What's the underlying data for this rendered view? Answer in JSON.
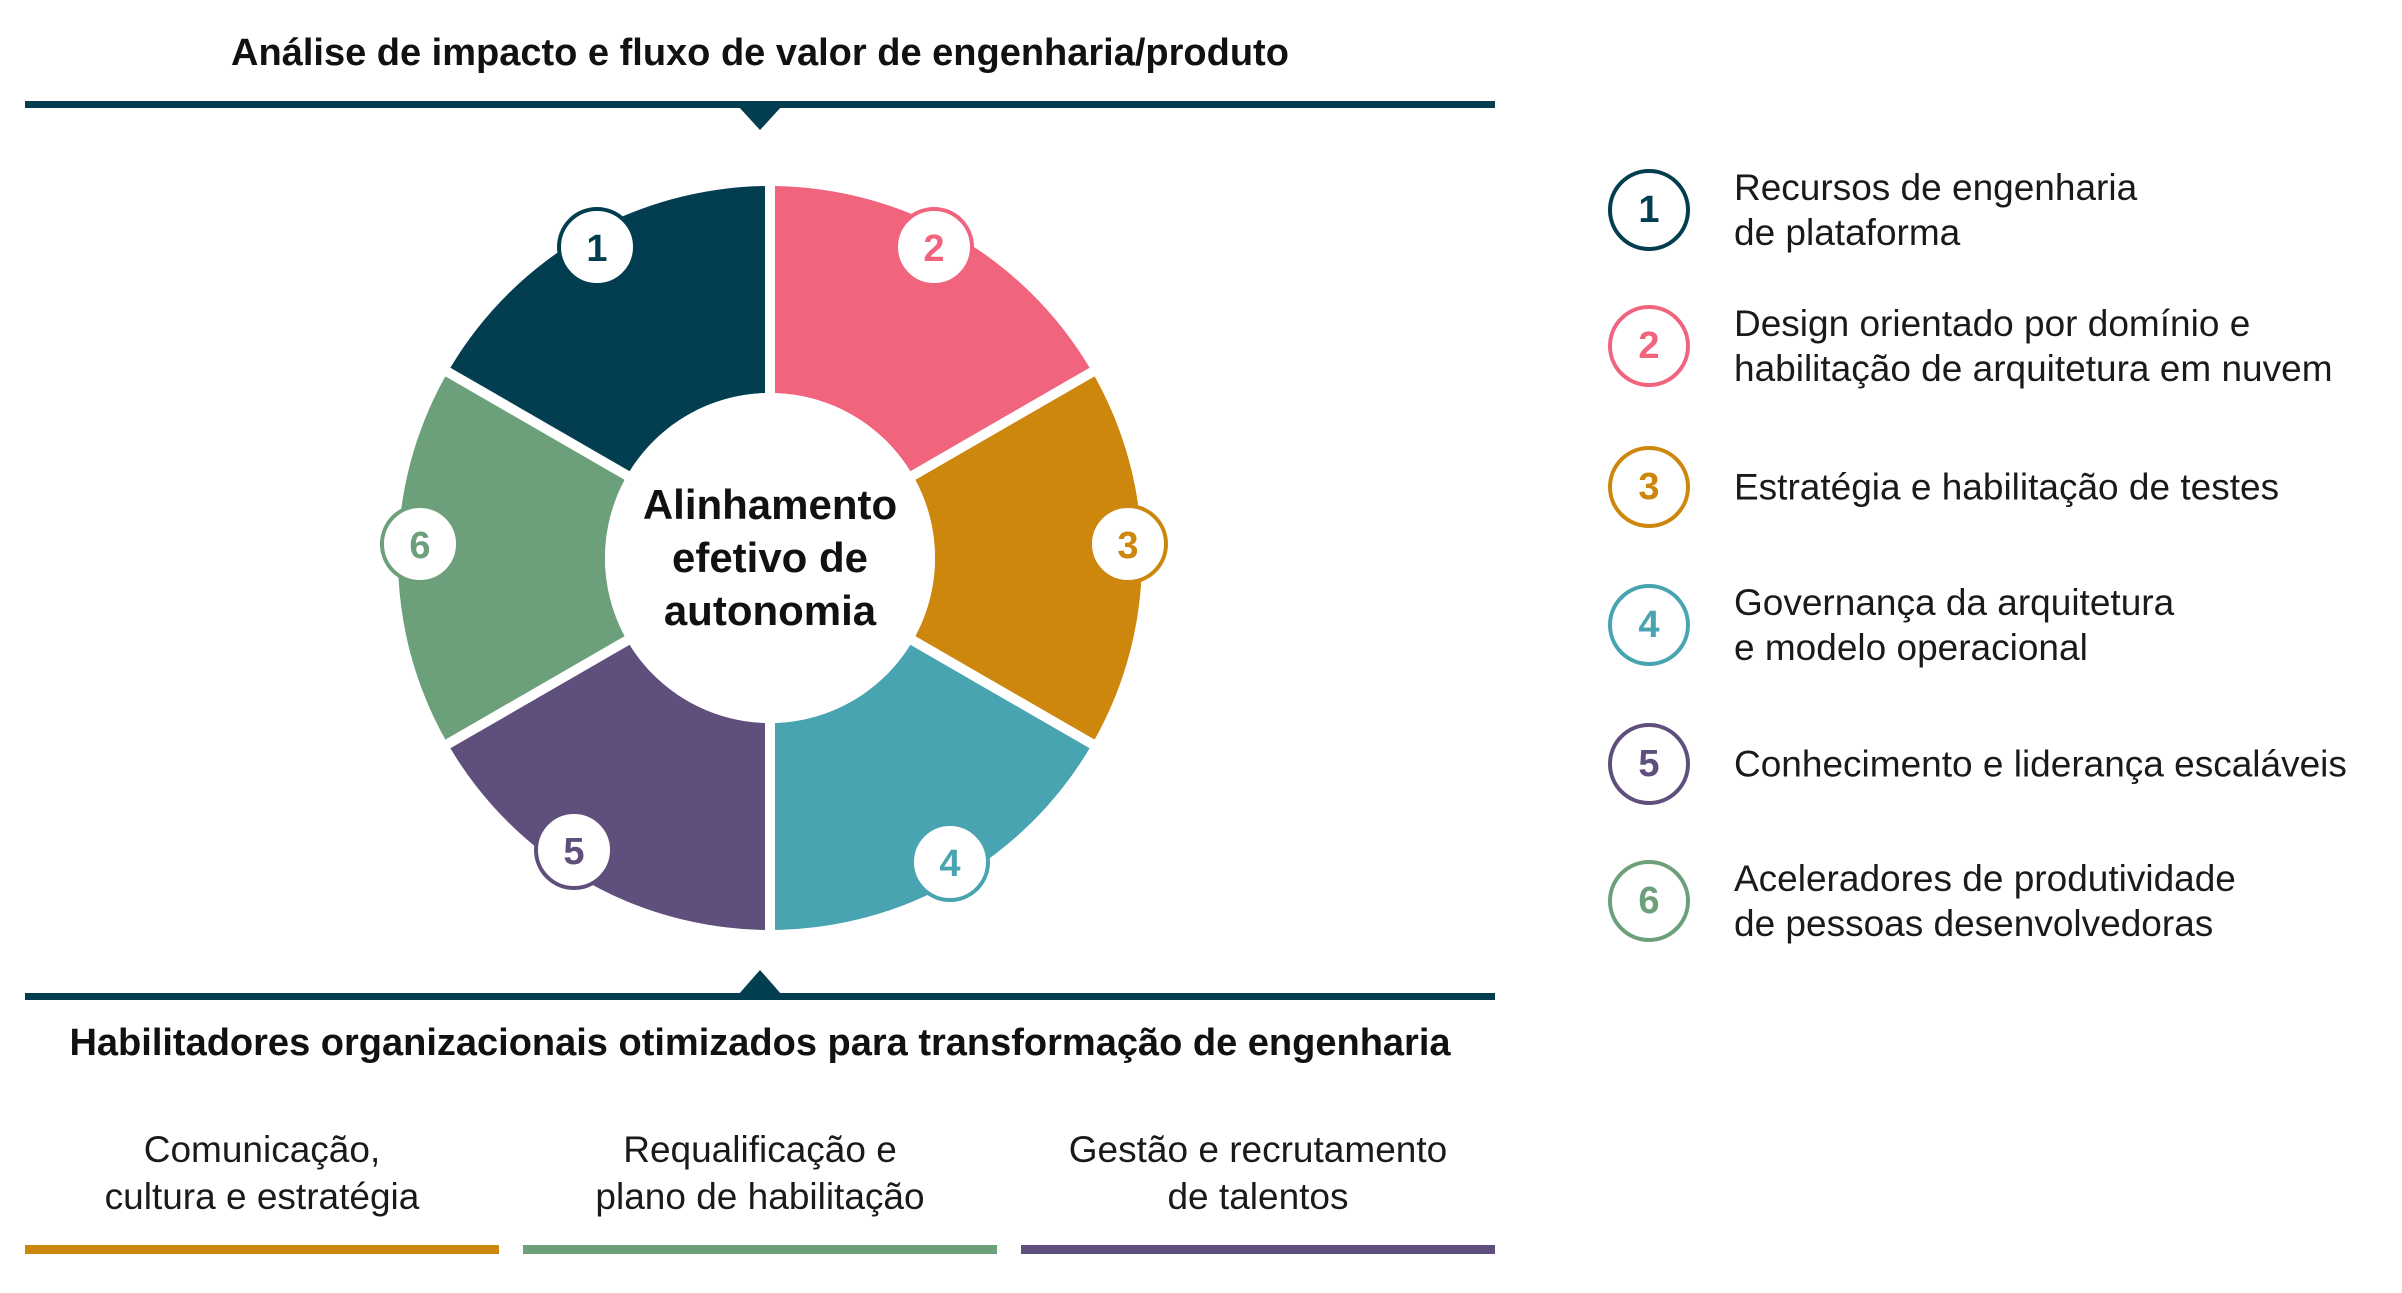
{
  "header": {
    "title": "Análise de impacto e fluxo de valor de engenharia/produto"
  },
  "center": {
    "label": "Alinhamento efetivo de autonomia"
  },
  "footer": {
    "title": "Habilitadores organizacionais otimizados para transformação de engenharia"
  },
  "colors": {
    "navy": "#023d50",
    "pink": "#f0647e",
    "orange": "#cd870d",
    "teal": "#48a4b0",
    "purple": "#5f4f7c",
    "green": "#6ca07a"
  },
  "segments": [
    {
      "number": "1",
      "color": "#023d50"
    },
    {
      "number": "2",
      "color": "#f0647e"
    },
    {
      "number": "3",
      "color": "#cd870d"
    },
    {
      "number": "4",
      "color": "#48a4b0"
    },
    {
      "number": "5",
      "color": "#5f4f7c"
    },
    {
      "number": "6",
      "color": "#6ca07a"
    }
  ],
  "legend": [
    {
      "number": "1",
      "color": "#023d50",
      "text": "Recursos de engenharia\nde plataforma"
    },
    {
      "number": "2",
      "color": "#f0647e",
      "text": "Design orientado por domínio e\nhabilitação de arquitetura em nuvem"
    },
    {
      "number": "3",
      "color": "#cd870d",
      "text": "Estratégia e habilitação de testes"
    },
    {
      "number": "4",
      "color": "#48a4b0",
      "text": "Governança da arquitetura\ne modelo operacional"
    },
    {
      "number": "5",
      "color": "#5f4f7c",
      "text": "Conhecimento e liderança escaláveis"
    },
    {
      "number": "6",
      "color": "#6ca07a",
      "text": "Aceleradores de produtividade\nde pessoas desenvolvedoras"
    }
  ],
  "enablers": [
    {
      "text": "Comunicação,\ncultura e estratégia",
      "color": "#cd870d"
    },
    {
      "text": "Requalificação e\nplano de habilitação",
      "color": "#6ca07a"
    },
    {
      "text": "Gestão e recrutamento\nde talentos",
      "color": "#5f4f7c"
    }
  ]
}
